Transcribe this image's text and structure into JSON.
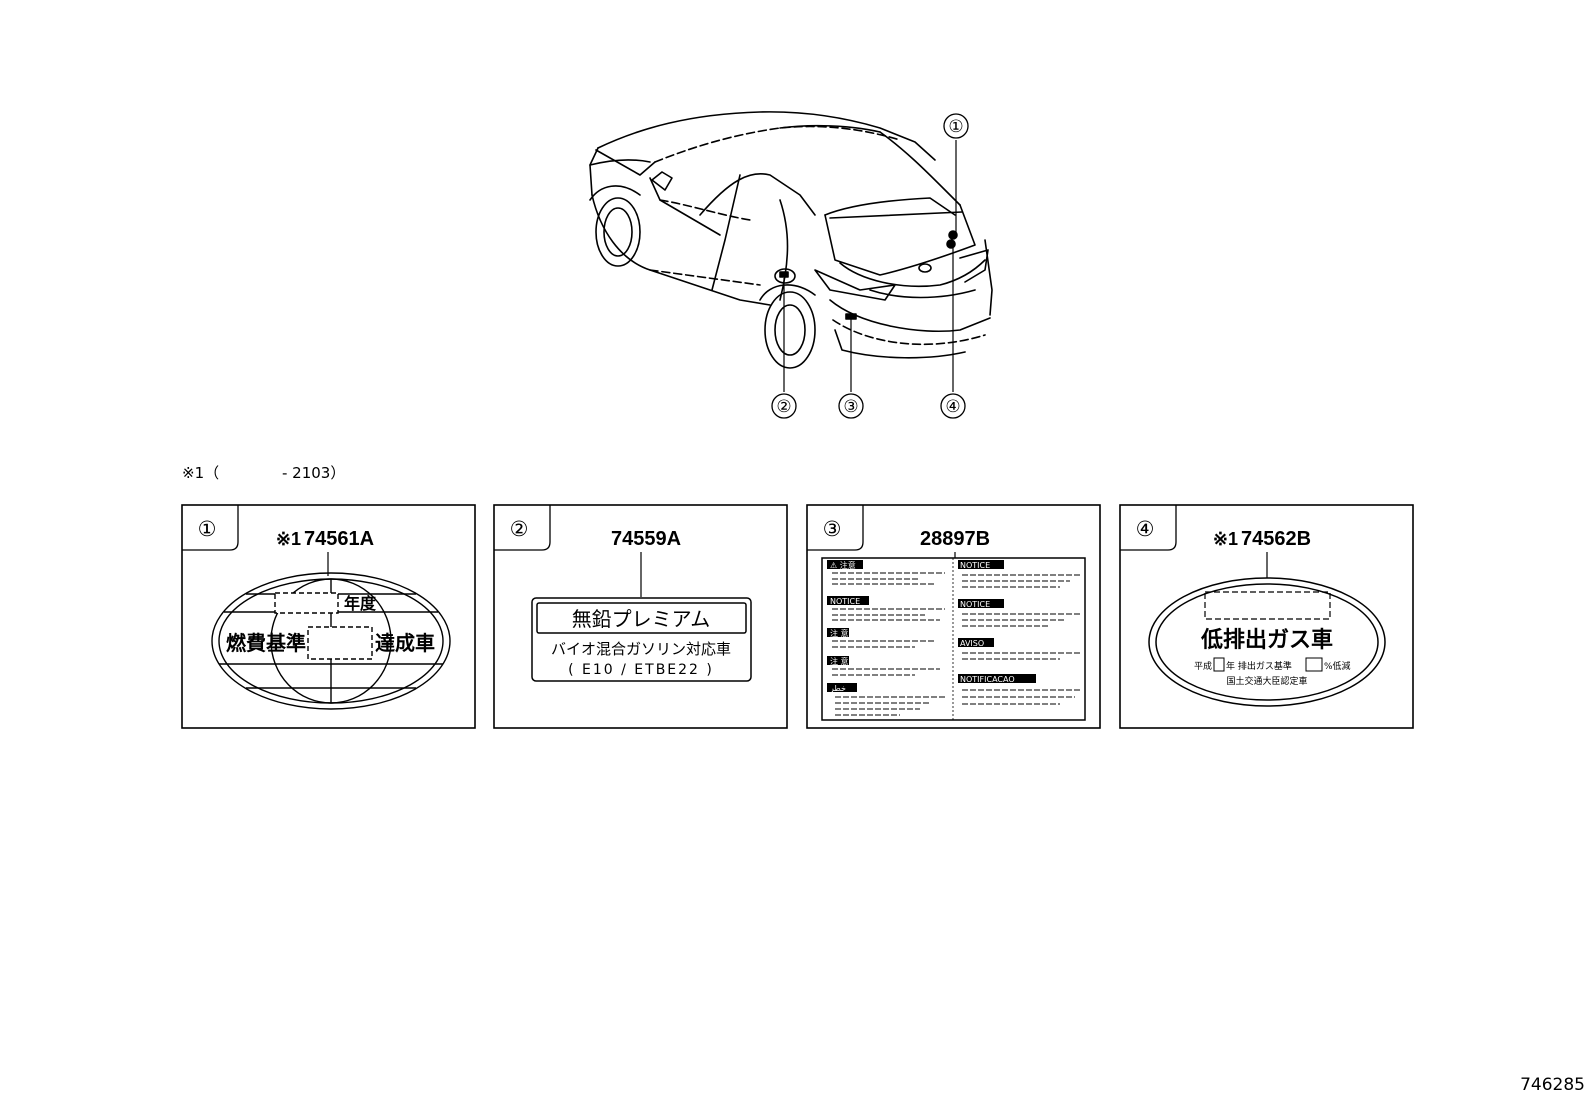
{
  "callouts": [
    "①",
    "②",
    "③",
    "④"
  ],
  "footnote": {
    "mark": "※1（",
    "range": "- 2103）"
  },
  "panels": [
    {
      "number": "①",
      "prefix": "※1",
      "part": "74561A",
      "label_year": "年度",
      "label_left": "燃費基準",
      "label_right": "達成車"
    },
    {
      "number": "②",
      "prefix": "",
      "part": "74559A",
      "line1": "無鉛プレミアム",
      "line2": "バイオ混合ガソリン対応車",
      "line3": "( E10 / ETBE22 )"
    },
    {
      "number": "③",
      "prefix": "",
      "part": "28897B",
      "tags_left": [
        "⚠ 注意",
        "NOTICE",
        "注 意",
        "注 意",
        "خطر"
      ],
      "tags_right": [
        "NOTICE",
        "NOTICE",
        "AVISO",
        "NOTIFICACAO"
      ]
    },
    {
      "number": "④",
      "prefix": "※1",
      "part": "74562B",
      "title": "低排出ガス車",
      "sub_a": "平成",
      "sub_b": "年 排出ガス基準",
      "sub_c": "%低減",
      "sub_line2": "国土交通大臣認定車"
    }
  ],
  "drawing_number": "746285"
}
